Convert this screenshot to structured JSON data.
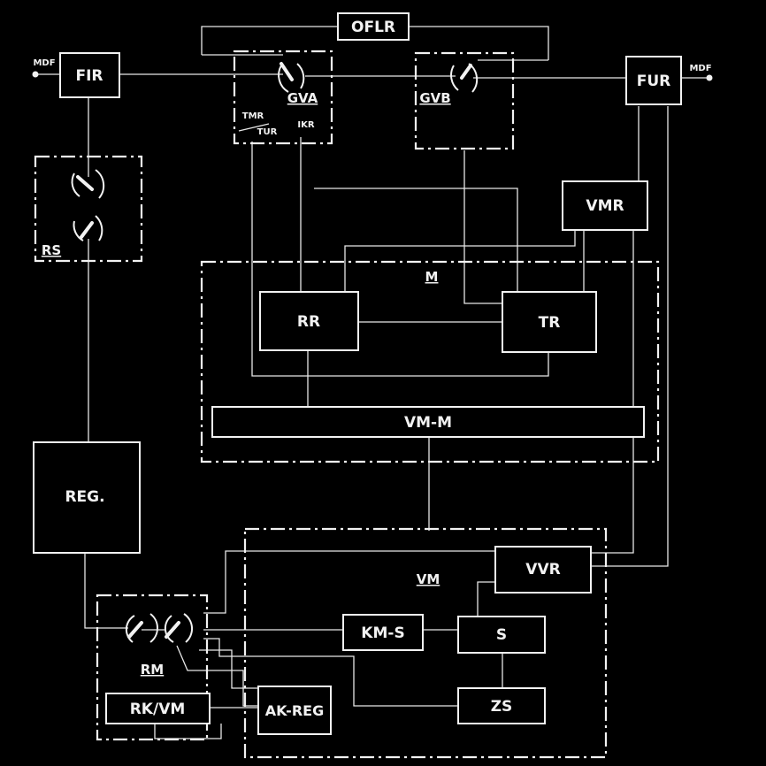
{
  "blocks": {
    "oflr": "OFLR",
    "fir": "FIR",
    "fur": "FUR",
    "gva": "GVA",
    "gvb": "GVB",
    "tmr": "TMR",
    "tur": "TUR",
    "ikr": "IKR",
    "rs": "RS",
    "vmr": "VMR",
    "m": "M",
    "rr": "RR",
    "tr": "TR",
    "vm_m": "VM-M",
    "reg": "REG.",
    "vm": "VM",
    "vvr": "VVR",
    "km_s": "KM-S",
    "s": "S",
    "zs": "ZS",
    "rm": "RM",
    "rk_vm": "RK/VM",
    "ak_reg": "AK-REG"
  },
  "terminals": {
    "left": "MDF",
    "right": "MDF"
  }
}
